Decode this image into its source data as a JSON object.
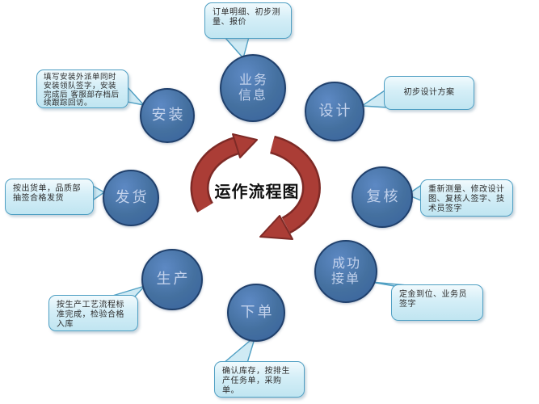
{
  "title": "运作流程图",
  "center": {
    "label": "运作流程图"
  },
  "diagram_type": "circular-process-flow",
  "nodes": [
    {
      "id": "business-info",
      "label": "业务\n信息"
    },
    {
      "id": "design",
      "label": "设计"
    },
    {
      "id": "review",
      "label": "复核"
    },
    {
      "id": "order-success",
      "label": "成功\n接单"
    },
    {
      "id": "place-order",
      "label": "下单"
    },
    {
      "id": "production",
      "label": "生产"
    },
    {
      "id": "shipping",
      "label": "发货"
    },
    {
      "id": "installation",
      "label": "安装"
    }
  ],
  "callouts": [
    {
      "for": "business-info",
      "text": "订单明细、初步测量、报价"
    },
    {
      "for": "design",
      "text": "初步设计方案"
    },
    {
      "for": "review",
      "text": "重新测量、修改设计图、复核人签字、技术员签字"
    },
    {
      "for": "order-success",
      "text": "定金到位、业务员签字"
    },
    {
      "for": "place-order",
      "text": "确认库存，按排生产任务单，采购单。"
    },
    {
      "for": "production",
      "text": "按生产工艺流程标准完成，检验合格入库"
    },
    {
      "for": "shipping",
      "text": "按出货单，品质部抽签合格发货"
    },
    {
      "for": "installation",
      "text": "填写安装外派单同时安装领队签字，安装完成后 客服部存档后续跟踪回访。"
    }
  ],
  "colors": {
    "circle_fill": "#44709f",
    "circle_border": "#20406c",
    "circle_text": "#c3d2ec",
    "callout_fill": "#d4eef7",
    "callout_border": "#4f9fc3",
    "arrow_red": "#a93a34",
    "arrow_red_dark": "#7e2a26",
    "center_text": "#111111",
    "background": "#ffffff"
  }
}
